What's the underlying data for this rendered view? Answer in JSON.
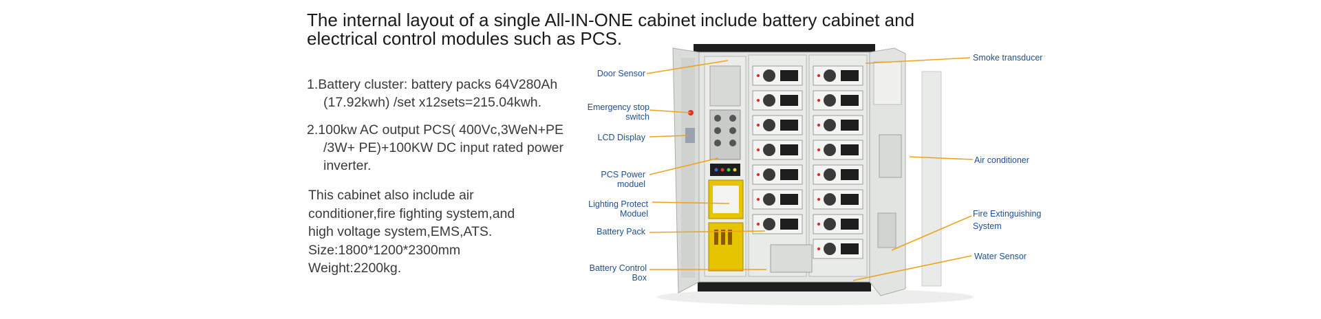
{
  "title": {
    "line1": "The internal layout of a single All-IN-ONE cabinet include battery cabinet and",
    "line2": "electrical control modules such as PCS."
  },
  "specs": [
    {
      "line1": "1.Battery cluster: battery packs 64V280Ah",
      "line2": "(17.92kwh) /set x12sets=215.04kwh."
    },
    {
      "line1": "2.100kw AC output PCS( 400Vc,3WeN+PE",
      "line2": "/3W+ PE)+100KW DC input rated power",
      "line3": "inverter."
    }
  ],
  "note": {
    "line1": "This cabinet also include air",
    "line2": "conditioner,fire fighting system,and",
    "line3": "high voltage system,EMS,ATS.",
    "line4": "Size:1800*1200*2300mm",
    "line5": "Weight:2200kg."
  },
  "callouts_left": [
    {
      "id": "door-sensor",
      "line1": "Door Sensor",
      "line2": ""
    },
    {
      "id": "emergency-stop",
      "line1": "Emergency stop",
      "line2": "switch"
    },
    {
      "id": "lcd-display",
      "line1": "LCD Display",
      "line2": ""
    },
    {
      "id": "pcs-power",
      "line1": "PCS Power",
      "line2": "moduel"
    },
    {
      "id": "lighting-protect",
      "line1": "Lighting Protect",
      "line2": "Moduel"
    },
    {
      "id": "battery-pack",
      "line1": "Battery Pack",
      "line2": ""
    },
    {
      "id": "battery-control",
      "line1": "Battery Control",
      "line2": "Box"
    }
  ],
  "callouts_right": [
    {
      "id": "smoke-transducer",
      "line1": "Smoke transducer",
      "line2": ""
    },
    {
      "id": "air-conditioner",
      "line1": "Air conditioner",
      "line2": ""
    },
    {
      "id": "fire-extinguishing",
      "line1": "Fire Extinguishing",
      "line2": "System"
    },
    {
      "id": "water-sensor",
      "line1": "Water Sensor",
      "line2": ""
    }
  ],
  "colors": {
    "callout_text": "#1f4e8c",
    "leader_line": "#f0a21a",
    "cabinet_frame": "#d9dcd8",
    "cabinet_dark": "#1e1e1e",
    "accent_yellow": "#e6c400"
  }
}
